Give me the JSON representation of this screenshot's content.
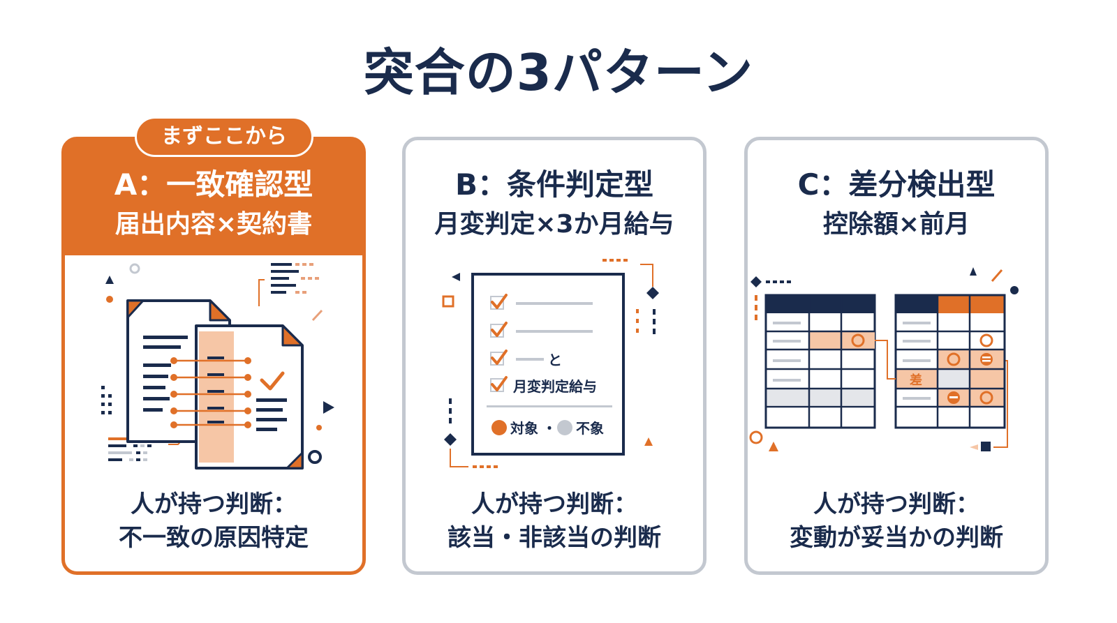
{
  "title": "突合の3パターン",
  "cards": [
    {
      "badge": "まずここから",
      "name": "A：一致確認型",
      "subtitle": "届出内容×契約書",
      "judgement_line1": "人が持つ判断：",
      "judgement_line2": "不一致の原因特定"
    },
    {
      "name": "B：条件判定型",
      "subtitle": "月変判定×3か月給与",
      "judgement_line1": "人が持つ判断：",
      "judgement_line2": "該当・非該当の判断",
      "checklist": {
        "item3": "と",
        "item4": "月変判定給与",
        "legend_target": "対象",
        "legend_sep": "・",
        "legend_non": "不象"
      }
    },
    {
      "name": "C：差分検出型",
      "subtitle": "控除額×前月",
      "judgement_line1": "人が持つ判断：",
      "judgement_line2": "変動が妥当かの判断",
      "diff_label": "差"
    }
  ],
  "colors": {
    "accent": "#e07028",
    "navy": "#1a2b4c",
    "border_gray": "#c3c8d0",
    "light_orange": "#f6c6a6"
  }
}
